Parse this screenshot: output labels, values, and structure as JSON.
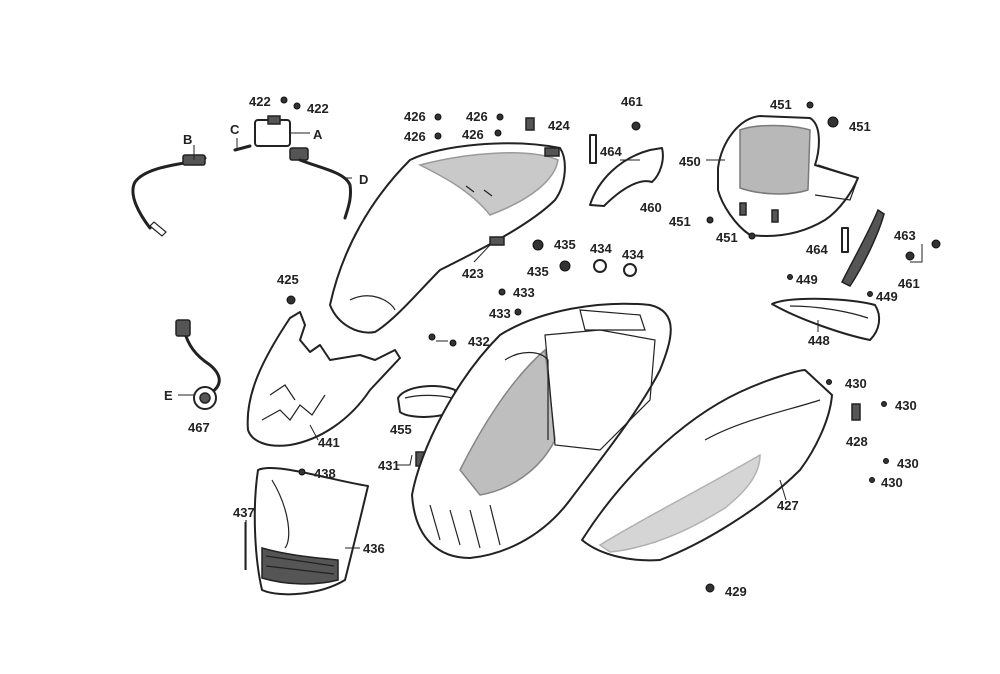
{
  "labels": {
    "l422a": "422",
    "l422b": "422",
    "lA": "A",
    "lB": "B",
    "lC": "C",
    "lD": "D",
    "l425": "425",
    "lE": "E",
    "l467": "467",
    "l441": "441",
    "l438": "438",
    "l437": "437",
    "l436": "436",
    "l426a": "426",
    "l426b": "426",
    "l426c": "426",
    "l426d": "426",
    "l424": "424",
    "l423": "423",
    "l435a": "435",
    "l435b": "435",
    "l434a": "434",
    "l434b": "434",
    "l433a": "433",
    "l433b": "433",
    "l432": "432",
    "l455": "455",
    "l431": "431",
    "l461a": "461",
    "l464a": "464",
    "l460": "460",
    "l451a": "451",
    "l451b": "451",
    "l451c": "451",
    "l451d": "451",
    "l450": "450",
    "l464b": "464",
    "l463": "463",
    "l461b": "461",
    "l449a": "449",
    "l449b": "449",
    "l448": "448",
    "l430a": "430",
    "l430b": "430",
    "l430c": "430",
    "l430d": "430",
    "l428": "428",
    "l427": "427",
    "l429": "429"
  },
  "colors": {
    "line": "#222222",
    "shade": "#8a8a8a",
    "background": "#ffffff"
  }
}
